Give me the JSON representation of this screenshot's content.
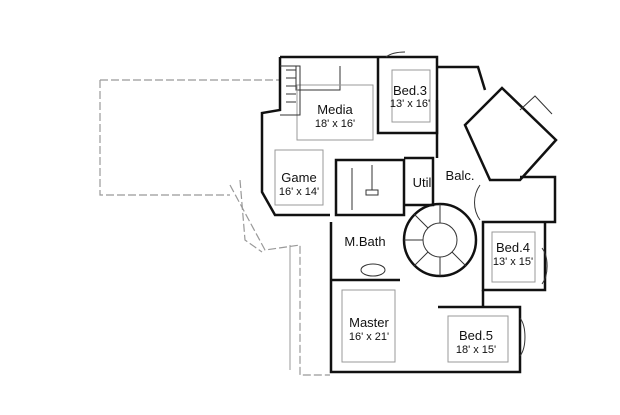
{
  "rooms": [
    {
      "name": "Media",
      "size": "18' x 16'"
    },
    {
      "name": "Bed.3",
      "size": "13' x 16'"
    },
    {
      "name": "Game",
      "size": "16' x 14'"
    },
    {
      "name": "Util",
      "size": ""
    },
    {
      "name": "Balc.",
      "size": ""
    },
    {
      "name": "M.Bath",
      "size": ""
    },
    {
      "name": "Bed.4",
      "size": "13' x 15'"
    },
    {
      "name": "Master",
      "size": "16' x 21'"
    },
    {
      "name": "Bed.5",
      "size": "18' x 15'"
    }
  ]
}
